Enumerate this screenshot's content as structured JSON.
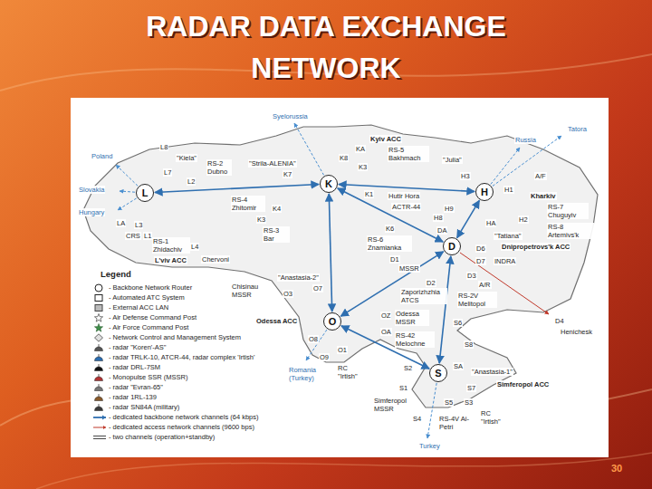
{
  "diagram": {
    "title": "RADAR DATA EXCHANGE NETWORK",
    "nodes": [
      {
        "text": [
          "L"
        ]
      },
      {
        "text": [
          "K"
        ]
      },
      {
        "text": [
          "H"
        ]
      },
      {
        "text": [
          "D"
        ]
      },
      {
        "text": [
          "O"
        ]
      },
      {
        "text": [
          "S"
        ]
      }
    ],
    "edges": [
      {
        "from": 0,
        "to": 1,
        "arrow": "both"
      },
      {
        "from": 1,
        "to": 2,
        "arrow": "both"
      },
      {
        "from": 1,
        "to": 3,
        "arrow": "both"
      },
      {
        "from": 2,
        "to": 3,
        "arrow": "both"
      },
      {
        "from": 1,
        "to": 4,
        "arrow": "both"
      },
      {
        "from": 3,
        "to": 4,
        "arrow": "both"
      },
      {
        "from": 4,
        "to": 5,
        "arrow": "both"
      },
      {
        "from": 3,
        "to": 5,
        "arrow": "both"
      }
    ],
    "labels": [
      "Syelorussia",
      "Tatora",
      "Russia",
      "Poland",
      "Slovakia",
      "Hungary",
      "L8",
      "\"Kiela\"",
      "L7",
      "RS-2 Dubno",
      "L2",
      "\"Strila-ALENIA\"",
      "K7",
      "K8",
      "KA",
      "Kyiv ACC",
      "RS-5 Bakhmach",
      "K3",
      "\"Julia\"",
      "H3",
      "A/F",
      "H1",
      "Kharkiv",
      "RS-7 Chuguyiv",
      "H2",
      "RS-8 Artemivs'k",
      "HA",
      "H9",
      "H8",
      "DA",
      "RS-4 Zhitomir",
      "K4",
      "K1",
      "Hutir Hora",
      "ACTR-44",
      "LA",
      "L3",
      "CRS",
      "L1",
      "RS-1 Zhidachiv",
      "L4",
      "K3",
      "RS-3 Bar",
      "L'viv ACC",
      "Chervoni",
      "K6",
      "RS-6 Znamianka",
      "D1",
      "MSSR",
      "\"Tatiana\"",
      "D6",
      "Dnipropetrovs'k ACC",
      "D7",
      "INDRA",
      "D3",
      "A/R",
      "D2",
      "Zaporizhzhia ATCS",
      "RS-2V Melitopol",
      "\"Anastasia-2\"",
      "O7",
      "Chisinau MSSR",
      "O3",
      "OZ",
      "Odessa MSSR",
      "OA",
      "S6",
      "D4",
      "Henichesk",
      "Odessa ACC",
      "O8",
      "O1",
      "RS-42 Melochne",
      "S8",
      "S2",
      "SA",
      "\"Anastasia-1\"",
      "Simferopol ACC",
      "S7",
      "Romania (Turkey)",
      "O9",
      "RC \"Irtish\"",
      "S1",
      "Simferopol MSSR",
      "S5",
      "S3",
      "RC \"Irtish\"",
      "S4",
      "RS-4V Ai-Petri",
      "Turkey",
      "Legend",
      "30"
    ],
    "legend": [
      {
        "text": "- Backbone Network Router"
      },
      {
        "text": "- Automated ATC System"
      },
      {
        "text": "- External ACC LAN"
      },
      {
        "text": "- Air Defense Command Post"
      },
      {
        "text": "- Air Force Command Post"
      },
      {
        "text": "- Network Control and Management System"
      },
      {
        "text": "- radar \"Koren'-AS\""
      },
      {
        "text": "- radar TRLK-10, ATCR-44, radar complex 'Irtish'"
      },
      {
        "text": "- radar DRL-7SM"
      },
      {
        "text": "- Monopulse SSR (MSSR)"
      },
      {
        "text": "- radar \"Evran-65\""
      },
      {
        "text": "- radar 1RL-139"
      },
      {
        "text": "- radar SN84A (military)"
      },
      {
        "text": "- dedicated backbone network channels (64 kbps)"
      },
      {
        "text": "- dedicated access network channels (9600 bps)"
      },
      {
        "text": "- two channels (operation+standby)"
      }
    ]
  }
}
